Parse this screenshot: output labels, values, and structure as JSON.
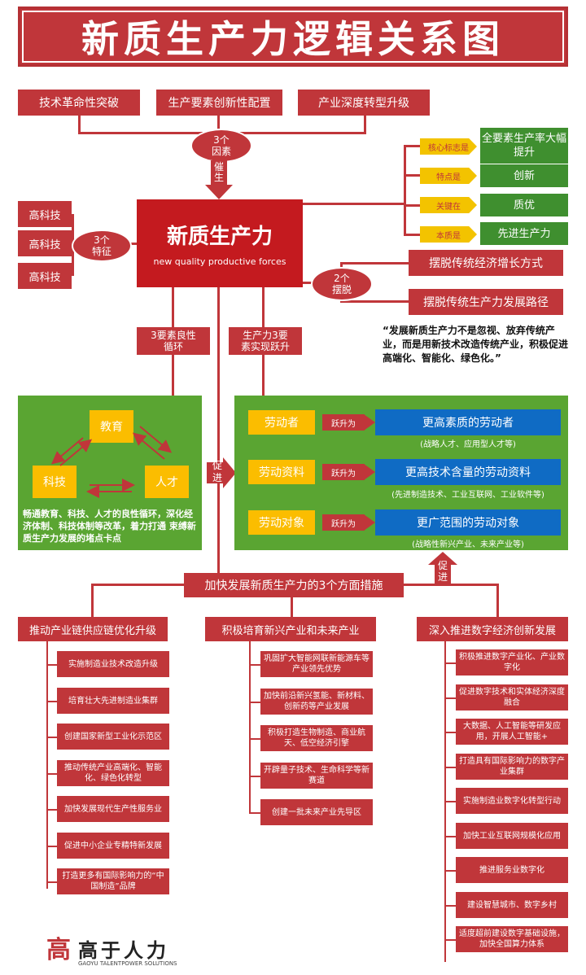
{
  "title": "新质生产力逻辑关系图",
  "top_factors": [
    "技术革命性突破",
    "生产要素创新性配置",
    "产业深度转型升级"
  ],
  "factors_ellipse": [
    "3个",
    "因素"
  ],
  "catalyze_label": [
    "催",
    "生"
  ],
  "center": {
    "cn": "新质生产力",
    "en": "new quality productive forces"
  },
  "features": {
    "items": [
      "高科技",
      "高科技",
      "高科技"
    ],
    "ellipse": [
      "3个",
      "特征"
    ]
  },
  "right_tags": [
    {
      "tag": "核心标志是",
      "value": "全要素生产率大幅提升"
    },
    {
      "tag": "特点是",
      "value": "创新"
    },
    {
      "tag": "关键在",
      "value": "质优"
    },
    {
      "tag": "本质是",
      "value": "先进生产力"
    }
  ],
  "breakaway": {
    "ellipse": [
      "2个",
      "摆脱"
    ],
    "items": [
      "摆脱传统经济增长方式",
      "摆脱传统生产力发展路径"
    ]
  },
  "quote": "“发展新质生产力不是忽视、放弃传统产业，而是用新技术改造传统产业，积极促进高端化、智能化、绿色化。”",
  "left_mid_box": [
    "3要素良性",
    "循环"
  ],
  "right_mid_box": [
    "生产力3要",
    "素实现跃升"
  ],
  "cycle": {
    "nodes": [
      "教育",
      "科技",
      "人才"
    ],
    "caption": "畅通教育、科技、人才的良性循环，深化经济体制、科技体制等改革，着力打通 束缚新质生产力发展的堵点卡点"
  },
  "promote_label": [
    "促",
    "进"
  ],
  "leap": {
    "label": "跃升为",
    "rows": [
      {
        "from": "劳动者",
        "to": "更高素质的劳动者",
        "note": "(战略人才、应用型人才等)"
      },
      {
        "from": "劳动资料",
        "to": "更高技术含量的劳动资料",
        "note": "(先进制造技术、工业互联网、工业软件等)"
      },
      {
        "from": "劳动对象",
        "to": "更广范围的劳动对象",
        "note": "(战略性新兴产业、未来产业等)"
      }
    ]
  },
  "measures_title": "加快发展新质生产力的3个方面措施",
  "columns": [
    {
      "title": "推动产业链供应链优化升级",
      "items": [
        "实施制造业技术改造升级",
        "培育壮大先进制造业集群",
        "创建国家新型工业化示范区",
        "推动传统产业高端化、智能化、绿色化转型",
        "加快发展现代生产性服务业",
        "促进中小企业专精特新发展",
        "打造更多有国际影响力的“中国制造”品牌"
      ]
    },
    {
      "title": "积极培育新兴产业和未来产业",
      "items": [
        "巩固扩大智能网联新能源车等产业领先优势",
        "加快前沿新兴氢能、新材料、创新药等产业发展",
        "积极打造生物制造、商业航天、低空经济引擎",
        "开辟量子技术、生命科学等新赛道",
        "创建一批未来产业先导区"
      ]
    },
    {
      "title": "深入推进数字经济创新发展",
      "items": [
        "积极推进数字产业化、产业数字化",
        "促进数字技术和实体经济深度融合",
        "大数据、人工智能等研发应用，开展人工智能+",
        "打造具有国际影响力的数字产业集群",
        "实施制造业数字化转型行动",
        "加快工业互联网规模化应用",
        "推进服务业数字化",
        "建设智慧城市、数字乡村",
        "适度超前建设数字基础设施，加快全国算力体系"
      ]
    }
  ],
  "logo": {
    "mark": "高",
    "cn": "高于人力",
    "en": "GAOYU TALENTPOWER SOLUTIONS"
  },
  "colors": {
    "red": "#c0363a",
    "green": "#5aa532",
    "dark_green": "#3f8f2f",
    "yellow": "#fbbd00",
    "blue": "#0f6bc4"
  }
}
